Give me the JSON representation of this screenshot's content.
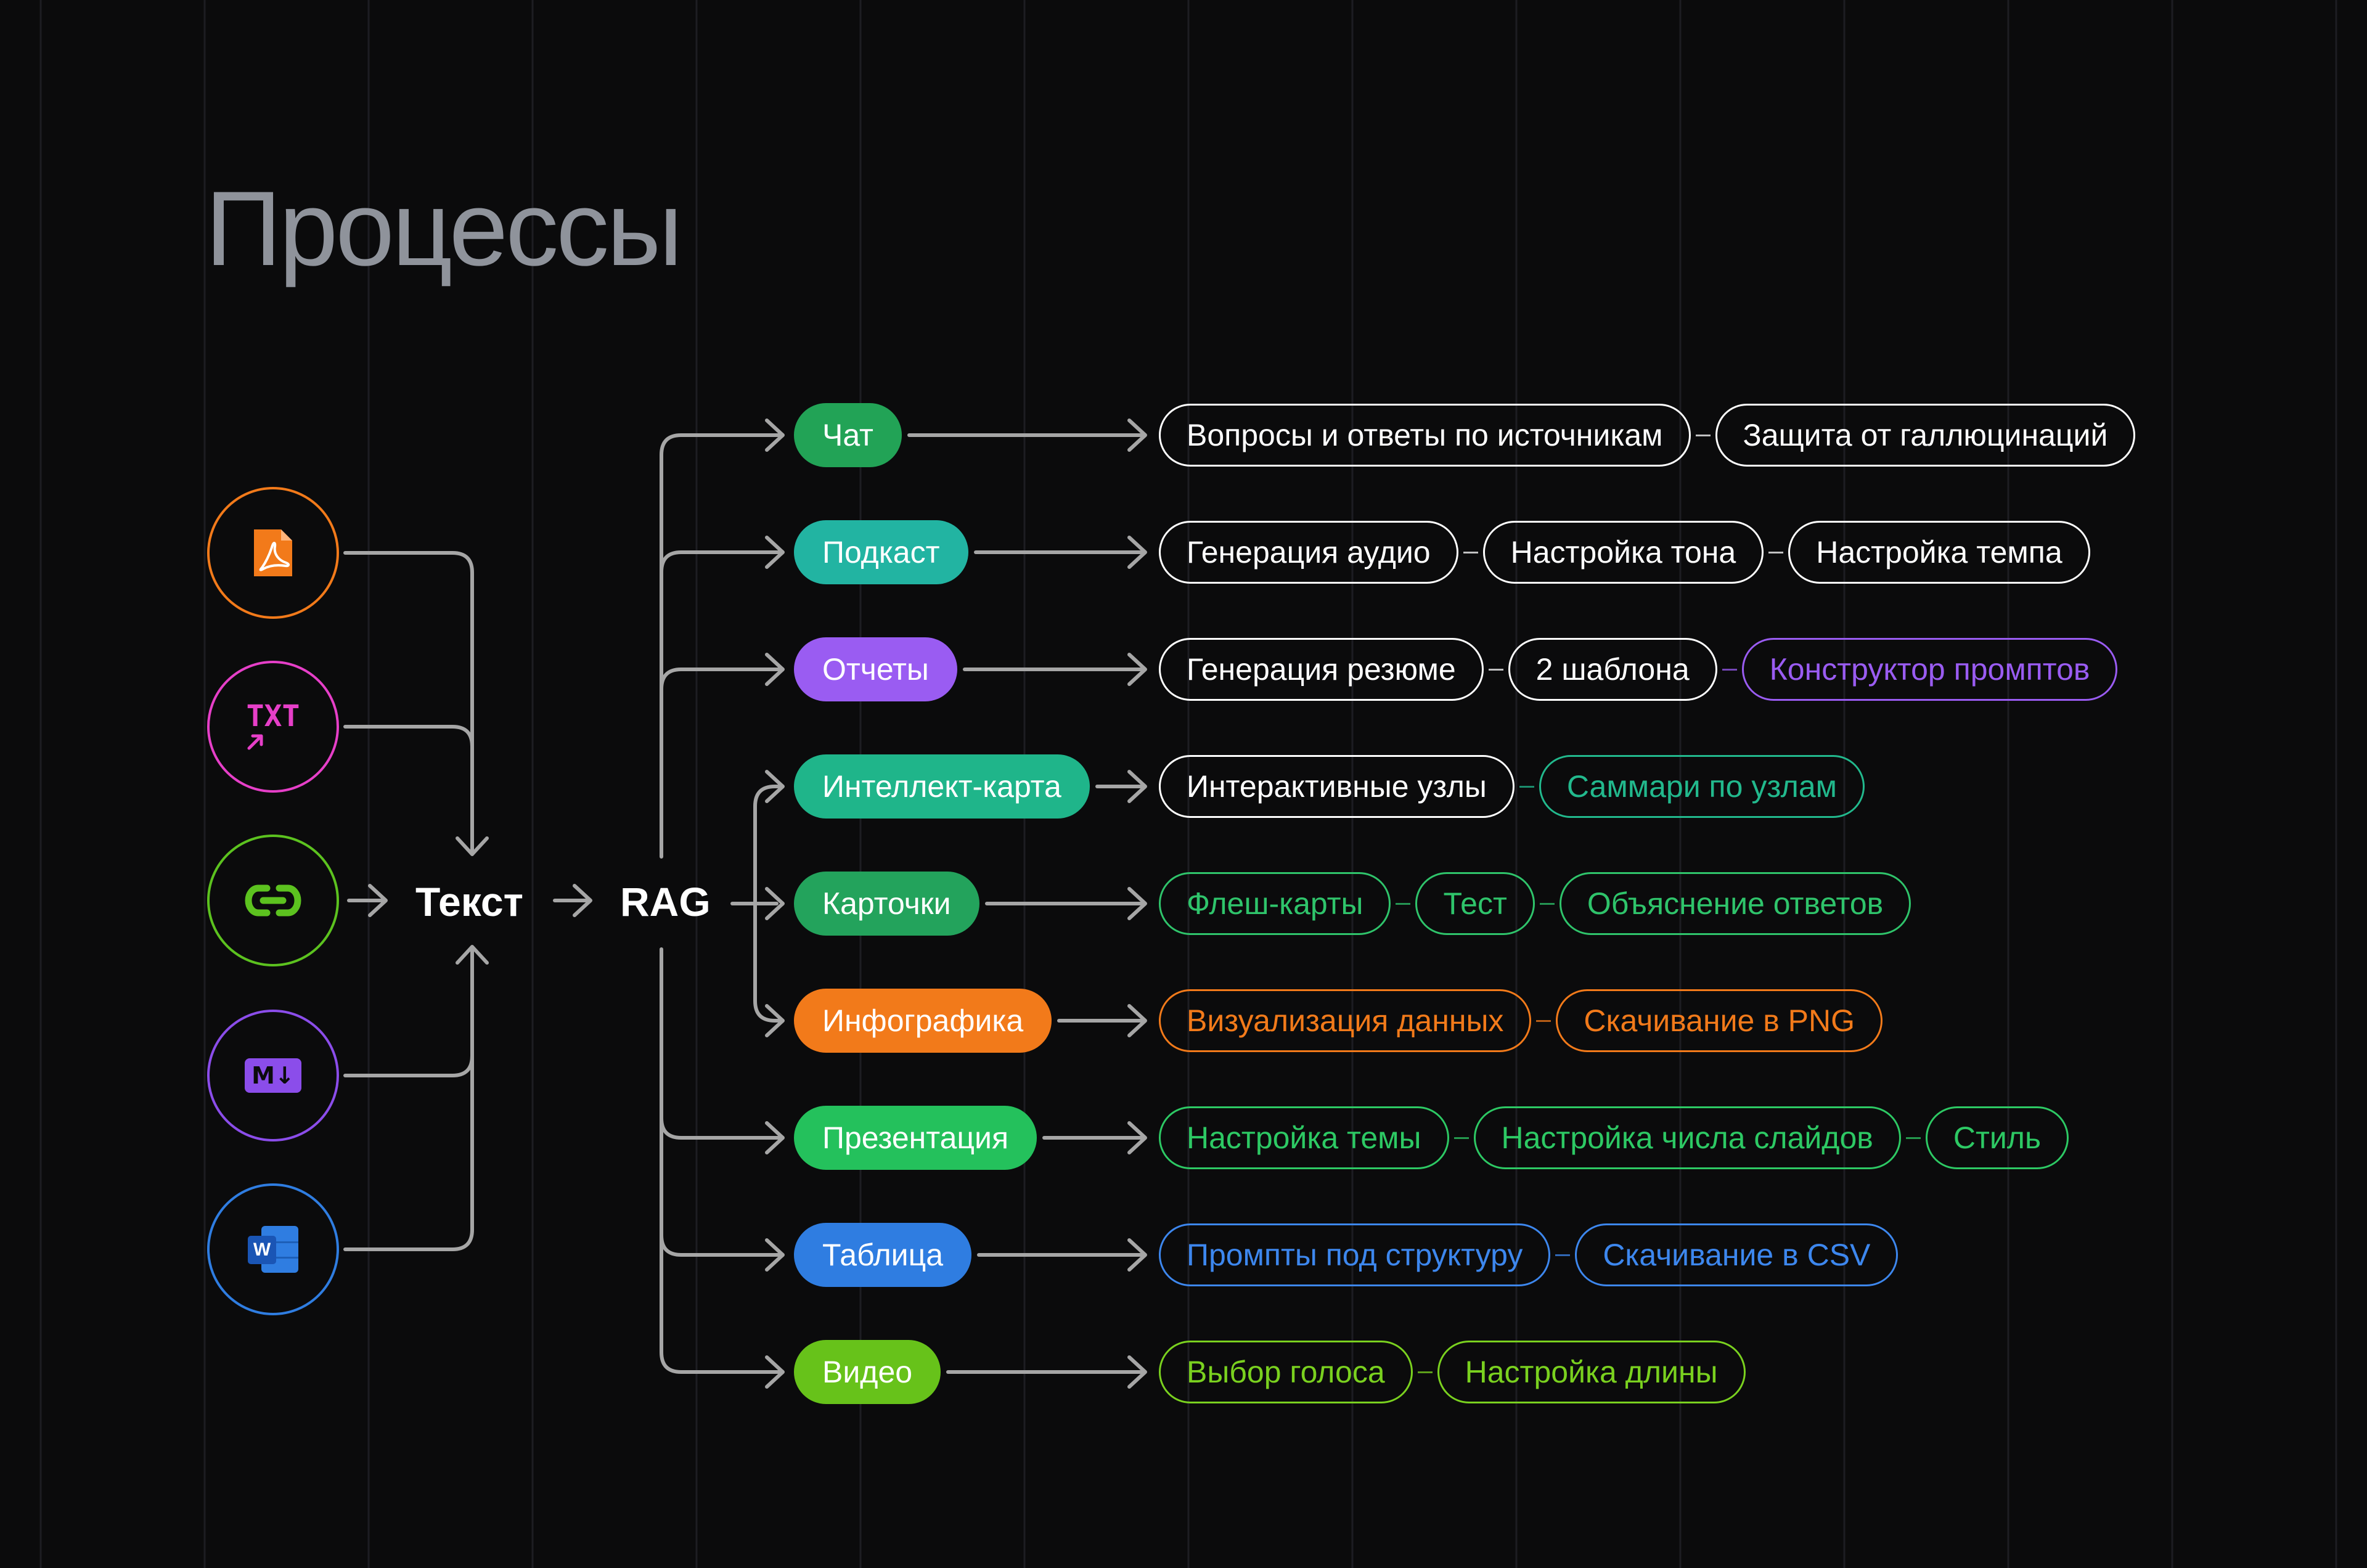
{
  "title": "Процессы",
  "sources": [
    {
      "id": "pdf",
      "icon": "pdf-icon",
      "color": "#f27a1a"
    },
    {
      "id": "txt",
      "icon": "txt-file-icon",
      "color": "#e63fc8",
      "label": "TXT"
    },
    {
      "id": "link",
      "icon": "link-icon",
      "color": "#5cc21f"
    },
    {
      "id": "markdown",
      "icon": "markdown-icon",
      "color": "#8b4dea",
      "label": "M↓"
    },
    {
      "id": "word",
      "icon": "word-doc-icon",
      "color": "#2f7de1",
      "label": "W"
    }
  ],
  "text_node": "Текст",
  "rag_node": "RAG",
  "rows": [
    {
      "category": "Чат",
      "color": "#22a356",
      "features": [
        {
          "label": "Вопросы и ответы по источникам",
          "color": "#ffffff"
        },
        {
          "label": "Защита от галлюцинаций",
          "color": "#ffffff"
        }
      ]
    },
    {
      "category": "Подкаст",
      "color": "#22b4a2",
      "features": [
        {
          "label": "Генерация аудио",
          "color": "#ffffff"
        },
        {
          "label": "Настройка тона",
          "color": "#ffffff"
        },
        {
          "label": "Настройка темпа",
          "color": "#ffffff"
        }
      ]
    },
    {
      "category": "Отчеты",
      "color": "#9a5cf2",
      "features": [
        {
          "label": "Генерация резюме",
          "color": "#ffffff"
        },
        {
          "label": "2 шаблона",
          "color": "#ffffff"
        },
        {
          "label": "Конструктор промптов",
          "color": "#9a5cf2"
        }
      ]
    },
    {
      "category": "Интеллект-карта",
      "color": "#1fb58a",
      "features": [
        {
          "label": "Интерактивные узлы",
          "color": "#ffffff"
        },
        {
          "label": "Саммари по узлам",
          "color": "#22b98d"
        }
      ]
    },
    {
      "category": "Карточки",
      "color": "#23a35c",
      "features": [
        {
          "label": "Флеш-карты",
          "color": "#2fc46b"
        },
        {
          "label": "Тест",
          "color": "#2fc46b"
        },
        {
          "label": "Объяснение ответов",
          "color": "#2fc46b"
        }
      ]
    },
    {
      "category": "Инфографика",
      "color": "#f27a1a",
      "features": [
        {
          "label": "Визуализация данных",
          "color": "#f27a1a"
        },
        {
          "label": "Скачивание в PNG",
          "color": "#f27a1a"
        }
      ]
    },
    {
      "category": "Презентация",
      "color": "#24c15c",
      "features": [
        {
          "label": "Настройка темы",
          "color": "#2dc964"
        },
        {
          "label": "Настройка числа слайдов",
          "color": "#2dc964"
        },
        {
          "label": "Стиль",
          "color": "#2dc964"
        }
      ]
    },
    {
      "category": "Таблица",
      "color": "#2f7de1",
      "features": [
        {
          "label": "Промпты под структуру",
          "color": "#3d87ee"
        },
        {
          "label": "Скачивание в CSV",
          "color": "#3d87ee"
        }
      ]
    },
    {
      "category": "Видео",
      "color": "#67c21a",
      "features": [
        {
          "label": "Выбор голоса",
          "color": "#7ad11f"
        },
        {
          "label": "Настройка длины",
          "color": "#7ad11f"
        }
      ]
    }
  ],
  "colors": {
    "background": "#0b0b0c",
    "connector": "#a6a6a6",
    "grid": "#1d1d22",
    "title": "#8f939b"
  }
}
